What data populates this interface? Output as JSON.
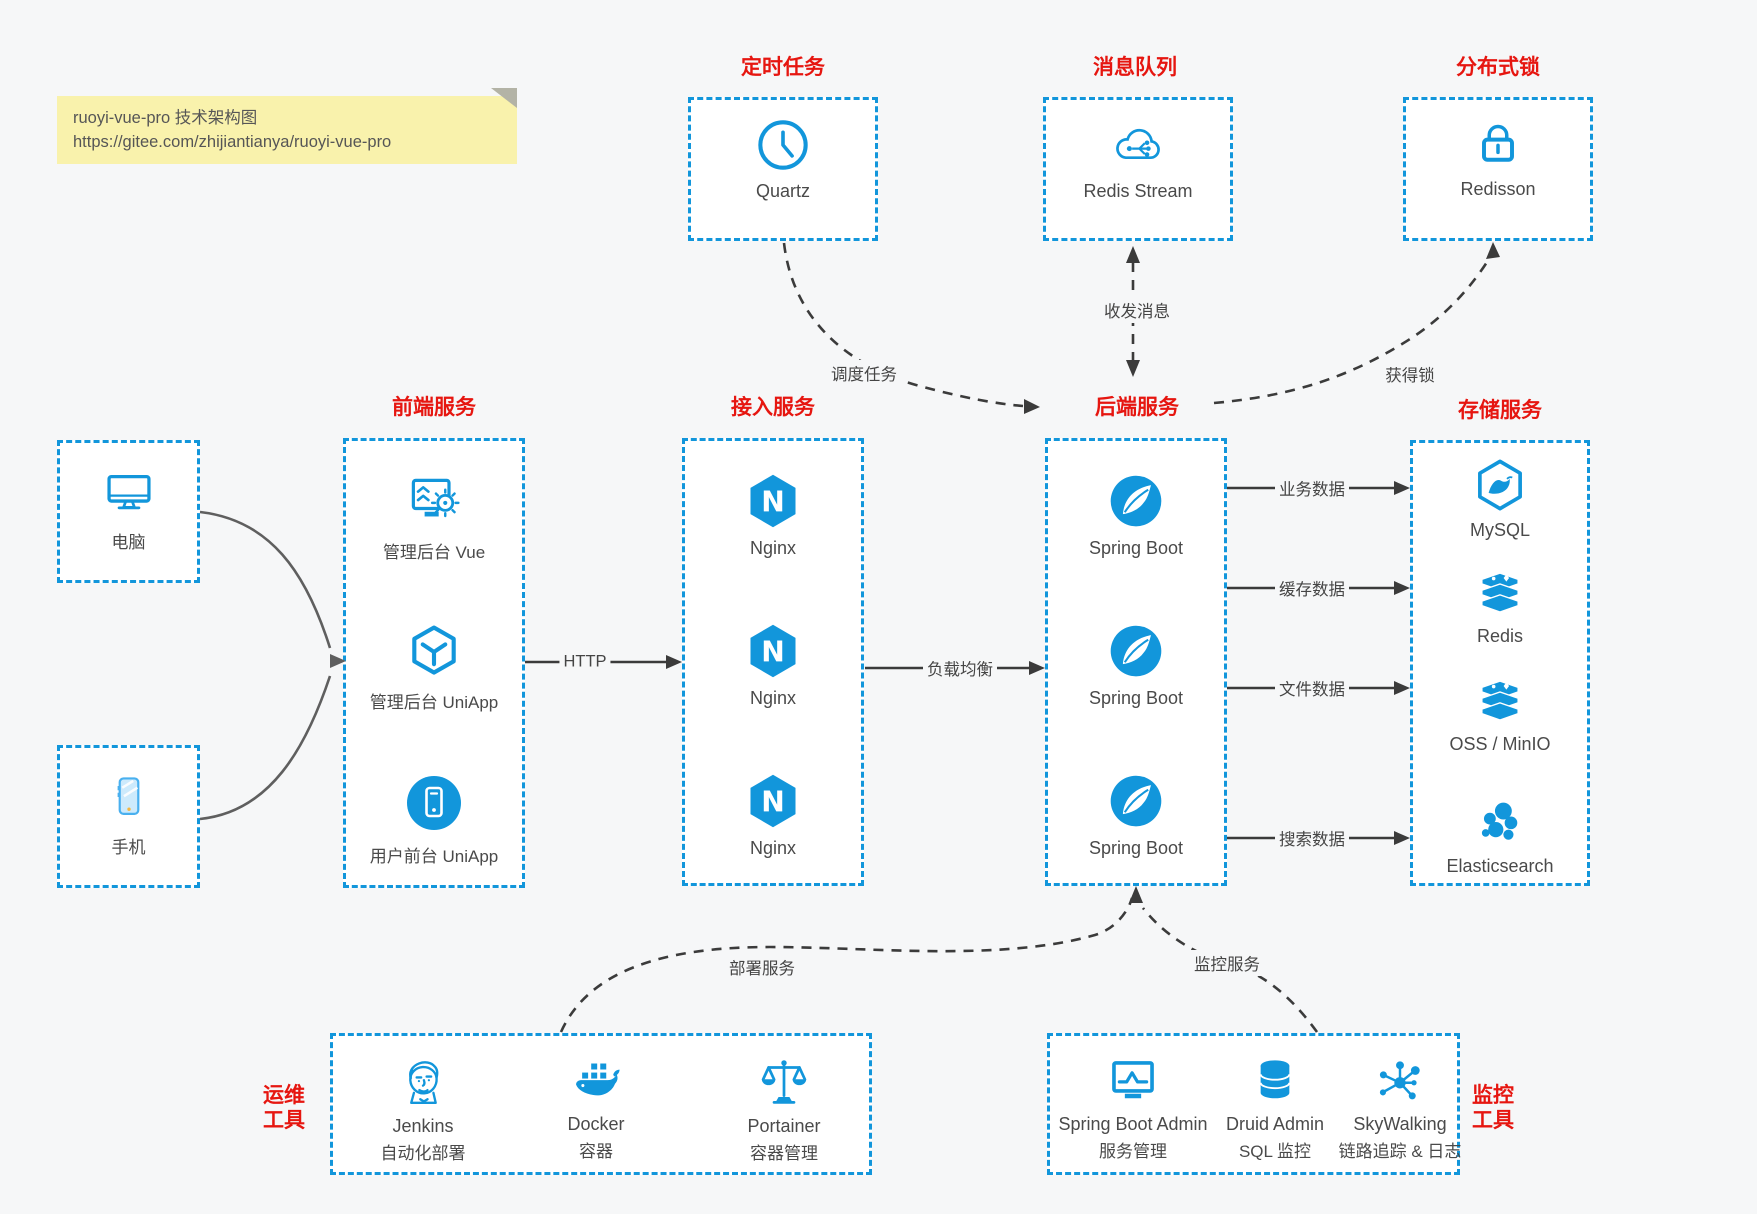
{
  "note": {
    "line1": "ruoyi-vue-pro 技术架构图",
    "line2": "https://gitee.com/zhijiantianya/ruoyi-vue-pro"
  },
  "top": {
    "scheduler": {
      "title": "定时任务",
      "item": {
        "label": "Quartz",
        "icon": "clock-icon"
      }
    },
    "queue": {
      "title": "消息队列",
      "item": {
        "label": "Redis Stream",
        "icon": "cloud-stream-icon"
      }
    },
    "lock": {
      "title": "分布式锁",
      "item": {
        "label": "Redisson",
        "icon": "lock-icon"
      }
    }
  },
  "clients": {
    "pc": {
      "label": "电脑",
      "icon": "desktop-icon"
    },
    "mobile": {
      "label": "手机",
      "icon": "phone-icon"
    }
  },
  "columns": {
    "frontend": {
      "title": "前端服务",
      "items": [
        {
          "label": "管理后台 Vue",
          "icon": "admin-vue-icon"
        },
        {
          "label": "管理后台 UniApp",
          "icon": "uniapp-cube-icon"
        },
        {
          "label": "用户前台 UniApp",
          "icon": "user-app-icon"
        }
      ]
    },
    "gateway": {
      "title": "接入服务",
      "items": [
        {
          "label": "Nginx",
          "icon": "nginx-icon"
        },
        {
          "label": "Nginx",
          "icon": "nginx-icon"
        },
        {
          "label": "Nginx",
          "icon": "nginx-icon"
        }
      ]
    },
    "backend": {
      "title": "后端服务",
      "items": [
        {
          "label": "Spring Boot",
          "icon": "spring-icon"
        },
        {
          "label": "Spring Boot",
          "icon": "spring-icon"
        },
        {
          "label": "Spring Boot",
          "icon": "spring-icon"
        }
      ]
    },
    "storage": {
      "title": "存储服务",
      "items": [
        {
          "label": "MySQL",
          "icon": "mysql-icon"
        },
        {
          "label": "Redis",
          "icon": "redis-stack-icon"
        },
        {
          "label": "OSS / MinIO",
          "icon": "oss-stack-icon"
        },
        {
          "label": "Elasticsearch",
          "icon": "elasticsearch-icon"
        }
      ]
    }
  },
  "bottom": {
    "ops": {
      "title_line1": "运维",
      "title_line2": "工具",
      "items": [
        {
          "label": "Jenkins",
          "sublabel": "自动化部署",
          "icon": "jenkins-icon"
        },
        {
          "label": "Docker",
          "sublabel": "容器",
          "icon": "docker-icon"
        },
        {
          "label": "Portainer",
          "sublabel": "容器管理",
          "icon": "portainer-icon"
        }
      ]
    },
    "monitoring": {
      "title_line1": "监控",
      "title_line2": "工具",
      "items": [
        {
          "label": "Spring Boot Admin",
          "sublabel": "服务管理",
          "icon": "spring-boot-admin-icon"
        },
        {
          "label": "Druid Admin",
          "sublabel": "SQL 监控",
          "icon": "druid-icon"
        },
        {
          "label": "SkyWalking",
          "sublabel": "链路追踪 & 日志",
          "icon": "skywalking-icon"
        }
      ]
    }
  },
  "edges": {
    "http": "HTTP",
    "load_balance": "负载均衡",
    "schedule": "调度任务",
    "messages": "收发消息",
    "acquire_lock": "获得锁",
    "business_data": "业务数据",
    "cache_data": "缓存数据",
    "file_data": "文件数据",
    "search_data": "搜索数据",
    "deploy": "部署服务",
    "monitor": "监控服务"
  },
  "colors": {
    "accent_blue": "#1296db",
    "title_red": "#e61610",
    "note_bg": "#f9f2ac",
    "wire_dark": "#3b3b3b",
    "box_bg": "#ffffff",
    "page_bg": "#f6f7f8"
  }
}
